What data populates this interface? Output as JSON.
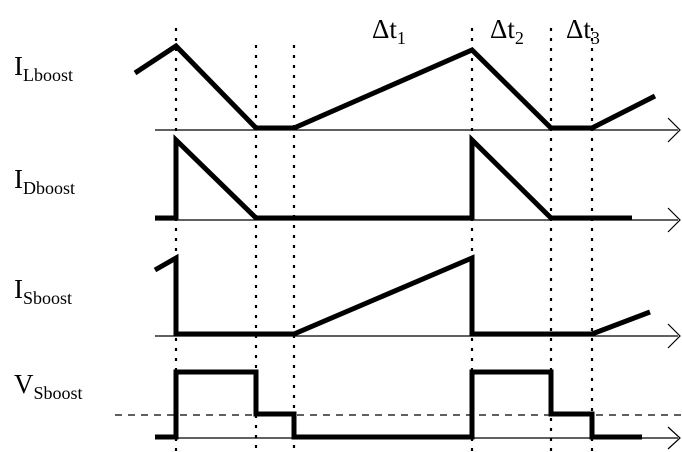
{
  "title": "",
  "labels": {
    "il": {
      "main": "I",
      "sub": "Lboost"
    },
    "id": {
      "main": "I",
      "sub": "Dboost"
    },
    "is": {
      "main": "I",
      "sub": "Sboost"
    },
    "vs": {
      "main": "V",
      "sub": "Sboost"
    }
  },
  "intervals": [
    {
      "main": "Δt",
      "sub": "1"
    },
    {
      "main": "Δt",
      "sub": "2"
    },
    {
      "main": "Δt",
      "sub": "3"
    }
  ]
}
